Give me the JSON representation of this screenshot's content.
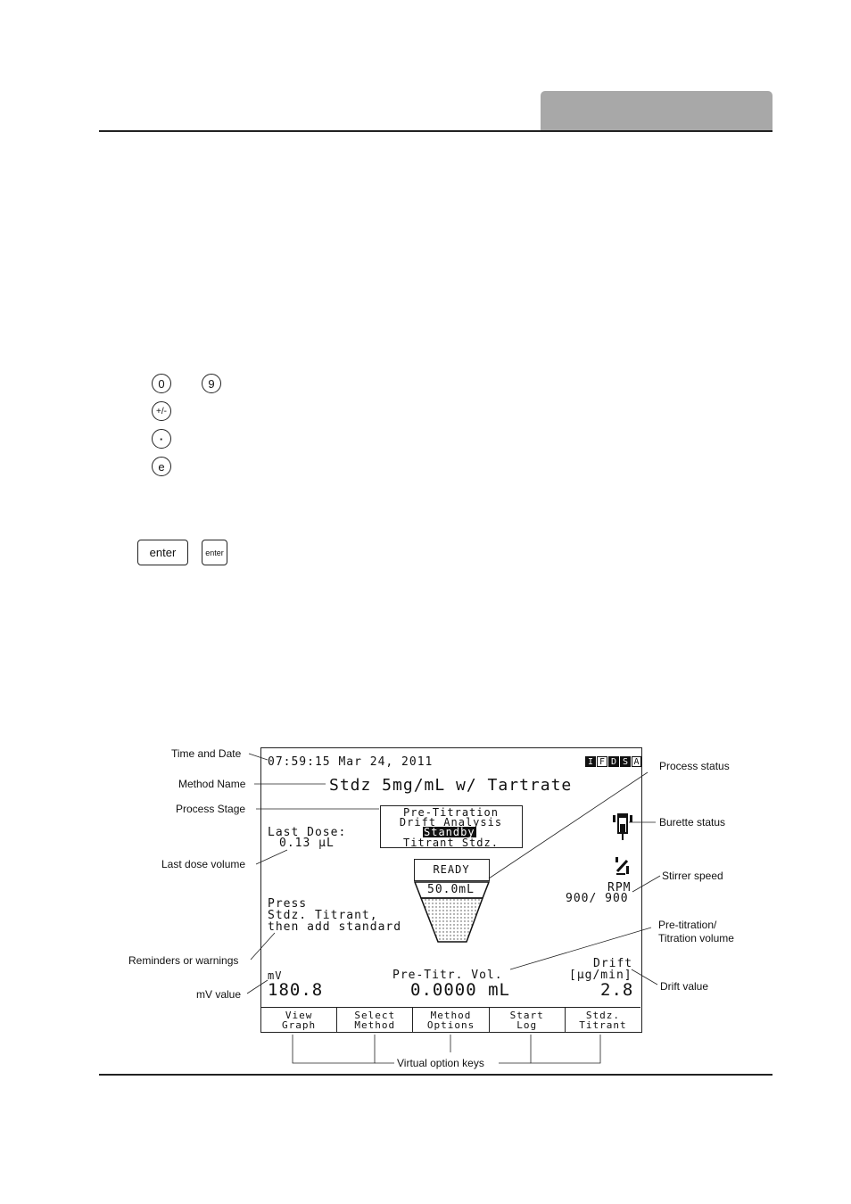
{
  "keypad": {
    "digit_start": "0",
    "digit_end": "9",
    "sign_key": "+/-",
    "decimal_key": "·",
    "exponent_key": "e",
    "enter_large": "enter",
    "enter_small": "enter"
  },
  "screen": {
    "datetime": "07:59:15 Mar 24, 2011",
    "status_icons": [
      "I",
      "F",
      "D",
      "S",
      "A"
    ],
    "method_name": "Stdz 5mg/mL w/ Tartrate",
    "process_stages": [
      "Pre-Titration",
      "Drift Analysis",
      "Standby",
      "Titrant Stdz."
    ],
    "active_stage": "Standby",
    "last_dose_label": "Last Dose:",
    "last_dose_value": "0.13 µL",
    "process_status": "READY",
    "burette_volume": "50.0mL",
    "rpm_label": "RPM",
    "rpm_value": "900/ 900",
    "reminder_lines": [
      "Press",
      "Stdz. Titrant,",
      "then add standard"
    ],
    "mv_label": "mV",
    "mv_value": "180.8",
    "volume_label": "Pre-Titr. Vol.",
    "volume_value": "0.0000 mL",
    "drift_label": "Drift",
    "drift_unit": "[µg/min]",
    "drift_value": "2.8",
    "softkeys": [
      {
        "line1": "View",
        "line2": "Graph"
      },
      {
        "line1": "Select",
        "line2": "Method"
      },
      {
        "line1": "Method",
        "line2": "Options"
      },
      {
        "line1": "Start",
        "line2": "Log"
      },
      {
        "line1": "Stdz.",
        "line2": "Titrant"
      }
    ]
  },
  "callouts": {
    "time_date": "Time and Date",
    "method_name": "Method Name",
    "process_stage": "Process Stage",
    "last_dose_volume": "Last dose volume",
    "reminders": "Reminders or warnings",
    "mv_value": "mV value",
    "process_status": "Process status",
    "burette_status": "Burette status",
    "stirrer_speed": "Stirrer speed",
    "titration_volume_line1": "Pre-titration/",
    "titration_volume_line2": "Titration volume",
    "drift_value": "Drift value",
    "virtual_keys": "Virtual option keys"
  }
}
